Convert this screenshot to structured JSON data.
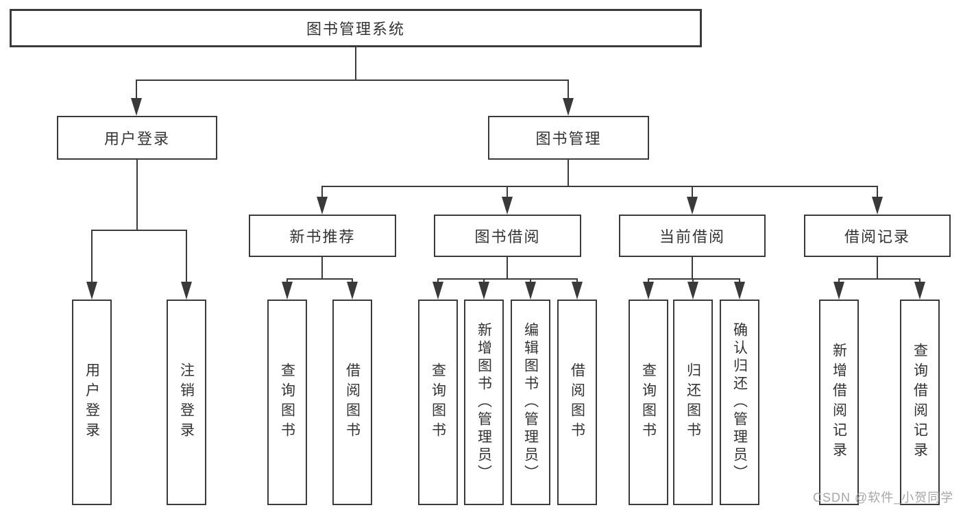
{
  "diagram": {
    "root": {
      "label": "图书管理系统"
    },
    "level2": {
      "user_login": {
        "label": "用户登录"
      },
      "book_mgmt": {
        "label": "图书管理"
      }
    },
    "level3": {
      "new_book_rec": {
        "label": "新书推荐"
      },
      "book_borrow": {
        "label": "图书借阅"
      },
      "current_borrow": {
        "label": "当前借阅"
      },
      "borrow_records": {
        "label": "借阅记录"
      }
    },
    "leaves": {
      "user_login": {
        "label": "用户登录"
      },
      "logout": {
        "label": "注销登录"
      },
      "rec_query_book": {
        "label": "查询图书"
      },
      "rec_borrow_book": {
        "label": "借阅图书"
      },
      "bb_query_book": {
        "label": "查询图书"
      },
      "bb_add_book": {
        "label": "新增图书（管理员）"
      },
      "bb_edit_book": {
        "label": "编辑图书（管理员）"
      },
      "bb_borrow_book": {
        "label": "借阅图书"
      },
      "cb_query_book": {
        "label": "查询图书"
      },
      "cb_return_book": {
        "label": "归还图书"
      },
      "cb_confirm_return": {
        "label": "确认归还（管理员）"
      },
      "br_add_record": {
        "label": "新增借阅记录"
      },
      "br_query_record": {
        "label": "查询借阅记录"
      }
    },
    "watermark": "CSDN @软件_小贺同学",
    "colors": {
      "line": "#3a3a3a",
      "text": "#333333",
      "watermark": "#a6a6a6",
      "background": "#ffffff"
    }
  }
}
